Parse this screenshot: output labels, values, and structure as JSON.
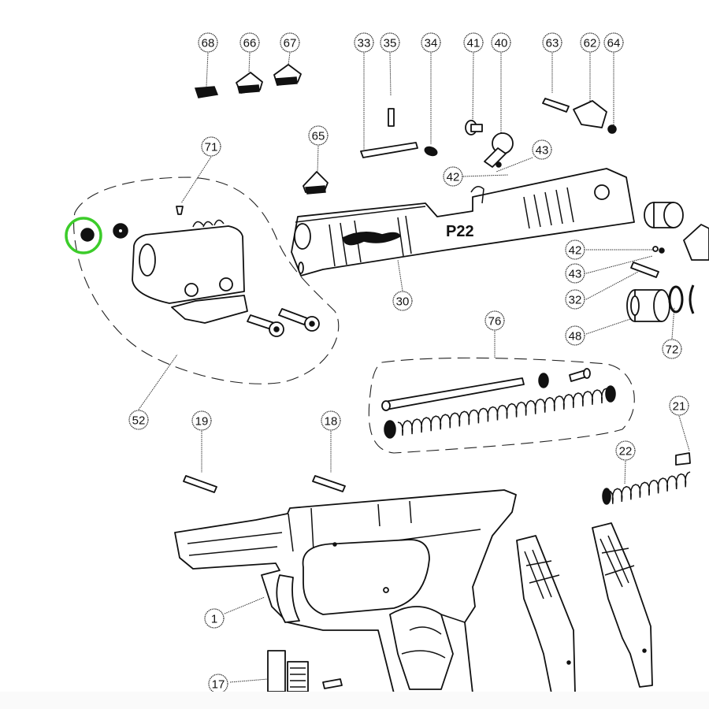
{
  "diagram": {
    "title": "Walther P22 exploded parts diagram",
    "slide_marking": "P22",
    "highlight": {
      "target_part": "unnumbered small black disc (muzzle end of group 52)",
      "color": "#3ccc2a"
    },
    "callouts": [
      {
        "id": "c68",
        "label": "68"
      },
      {
        "id": "c66",
        "label": "66"
      },
      {
        "id": "c67",
        "label": "67"
      },
      {
        "id": "c33",
        "label": "33"
      },
      {
        "id": "c35",
        "label": "35"
      },
      {
        "id": "c34",
        "label": "34"
      },
      {
        "id": "c41",
        "label": "41"
      },
      {
        "id": "c40",
        "label": "40"
      },
      {
        "id": "c63",
        "label": "63"
      },
      {
        "id": "c62",
        "label": "62"
      },
      {
        "id": "c64",
        "label": "64"
      },
      {
        "id": "c71",
        "label": "71"
      },
      {
        "id": "c65",
        "label": "65"
      },
      {
        "id": "c43a",
        "label": "43"
      },
      {
        "id": "c42a",
        "label": "42"
      },
      {
        "id": "c42b",
        "label": "42"
      },
      {
        "id": "c43b",
        "label": "43"
      },
      {
        "id": "c32",
        "label": "32"
      },
      {
        "id": "c30",
        "label": "30"
      },
      {
        "id": "c48",
        "label": "48"
      },
      {
        "id": "c72",
        "label": "72"
      },
      {
        "id": "c76",
        "label": "76"
      },
      {
        "id": "c52",
        "label": "52"
      },
      {
        "id": "c19",
        "label": "19"
      },
      {
        "id": "c18",
        "label": "18"
      },
      {
        "id": "c21",
        "label": "21"
      },
      {
        "id": "c22",
        "label": "22"
      },
      {
        "id": "c1",
        "label": "1"
      },
      {
        "id": "c17",
        "label": "17"
      }
    ],
    "groups": [
      {
        "label": "52",
        "description": "front sight / barrel weight assembly"
      },
      {
        "label": "76",
        "description": "recoil spring assembly"
      }
    ]
  }
}
